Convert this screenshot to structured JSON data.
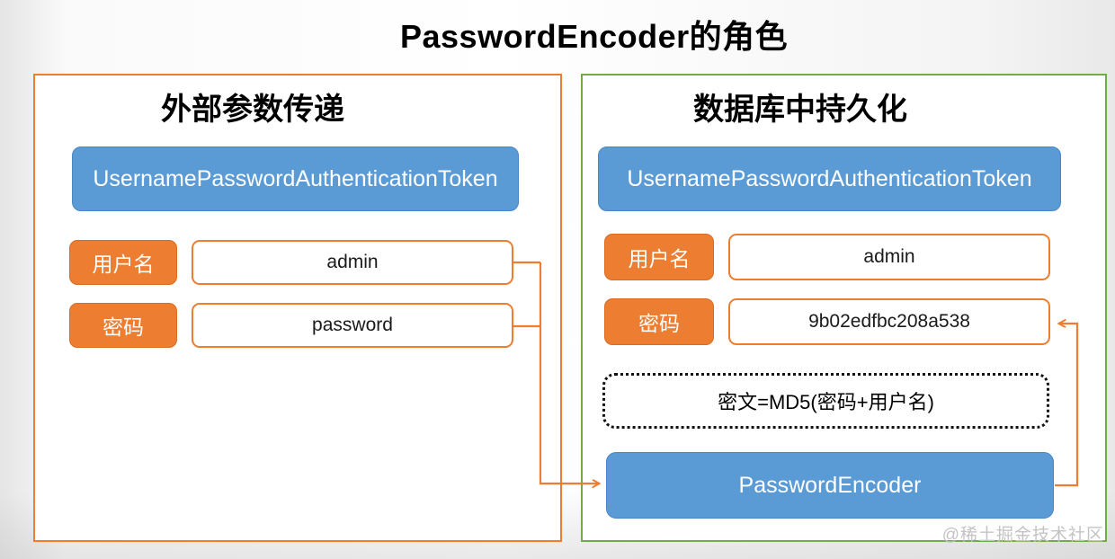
{
  "title": "PasswordEncoder的角色",
  "watermark": "@稀土掘金技术社区",
  "colors": {
    "box_blue": "#5B9BD5",
    "box_orange": "#ED7D31",
    "panel_left_border": "#ED7D31",
    "panel_right_border": "#70AD47",
    "connector": "#ED7D31"
  },
  "left_panel": {
    "title": "外部参数传递",
    "token_box": "UsernamePasswordAuthenticationToken",
    "rows": [
      {
        "label": "用户名",
        "value": "admin"
      },
      {
        "label": "密码",
        "value": "password"
      }
    ]
  },
  "right_panel": {
    "title": "数据库中持久化",
    "token_box": "UsernamePasswordAuthenticationToken",
    "rows": [
      {
        "label": "用户名",
        "value": "admin"
      },
      {
        "label": "密码",
        "value": "9b02edfbc208a538"
      }
    ],
    "formula": "密文=MD5(密码+用户名)",
    "encoder_box": "PasswordEncoder"
  }
}
